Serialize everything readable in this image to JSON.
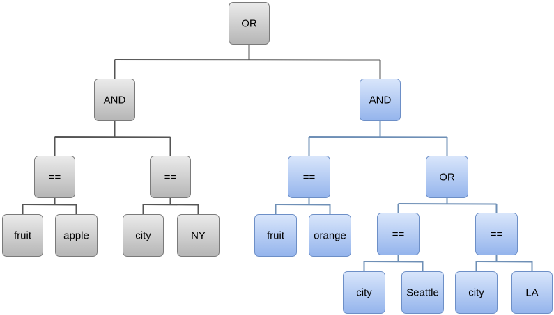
{
  "theme": {
    "gray_top": "#ebebeb",
    "gray_bottom": "#b5b5b5",
    "gray_border": "#7a7a7a",
    "gray_line": "#555555",
    "blue_top": "#d9e6fb",
    "blue_bottom": "#94b4ec",
    "blue_border": "#6d8fc7",
    "blue_line": "#6e8fb6"
  },
  "nodes": [
    {
      "id": "root",
      "label": "OR",
      "style": "gray",
      "parent": null
    },
    {
      "id": "and_left",
      "label": "AND",
      "style": "gray",
      "parent": "root"
    },
    {
      "id": "and_right",
      "label": "AND",
      "style": "blue",
      "parent": "root"
    },
    {
      "id": "eq_fruit_apple",
      "label": "==",
      "style": "gray",
      "parent": "and_left"
    },
    {
      "id": "eq_city_ny",
      "label": "==",
      "style": "gray",
      "parent": "and_left"
    },
    {
      "id": "leaf_fruit_1",
      "label": "fruit",
      "style": "gray",
      "parent": "eq_fruit_apple"
    },
    {
      "id": "leaf_apple",
      "label": "apple",
      "style": "gray",
      "parent": "eq_fruit_apple"
    },
    {
      "id": "leaf_city_1",
      "label": "city",
      "style": "gray",
      "parent": "eq_city_ny"
    },
    {
      "id": "leaf_ny",
      "label": "NY",
      "style": "gray",
      "parent": "eq_city_ny"
    },
    {
      "id": "eq_fruit_orange",
      "label": "==",
      "style": "blue",
      "parent": "and_right"
    },
    {
      "id": "or_inner",
      "label": "OR",
      "style": "blue",
      "parent": "and_right"
    },
    {
      "id": "leaf_fruit_2",
      "label": "fruit",
      "style": "blue",
      "parent": "eq_fruit_orange"
    },
    {
      "id": "leaf_orange",
      "label": "orange",
      "style": "blue",
      "parent": "eq_fruit_orange"
    },
    {
      "id": "eq_city_seattle",
      "label": "==",
      "style": "blue",
      "parent": "or_inner"
    },
    {
      "id": "eq_city_la",
      "label": "==",
      "style": "blue",
      "parent": "or_inner"
    },
    {
      "id": "leaf_city_2",
      "label": "city",
      "style": "blue",
      "parent": "eq_city_seattle"
    },
    {
      "id": "leaf_seattle",
      "label": "Seattle",
      "style": "blue",
      "parent": "eq_city_seattle"
    },
    {
      "id": "leaf_city_3",
      "label": "city",
      "style": "blue",
      "parent": "eq_city_la"
    },
    {
      "id": "leaf_la",
      "label": "LA",
      "style": "blue",
      "parent": "eq_city_la"
    }
  ]
}
